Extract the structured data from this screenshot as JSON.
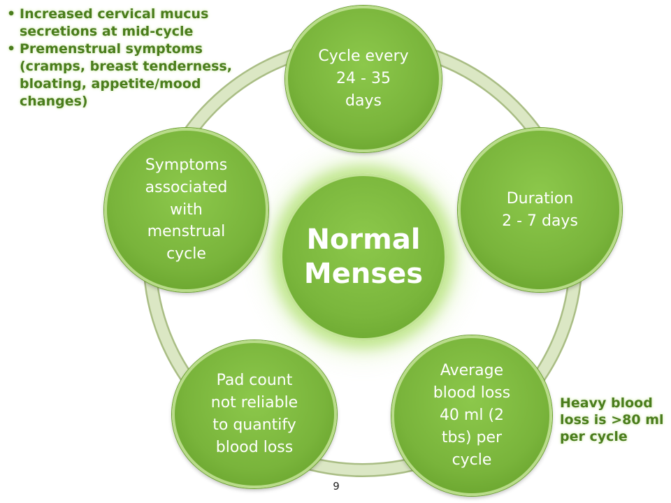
{
  "center": {
    "lines": [
      "Normal",
      "Menses"
    ]
  },
  "nodes": {
    "top": [
      "Cycle every",
      "24 - 35",
      "days"
    ],
    "right": [
      "Duration",
      "2 - 7 days"
    ],
    "bottom_right": [
      "Average",
      "blood loss",
      "40 ml (2",
      "tbs) per",
      "cycle"
    ],
    "bottom_left": [
      "Pad count",
      "not reliable",
      "to quantify",
      "blood loss"
    ],
    "left": [
      "Symptoms",
      "associated",
      "with",
      "menstrual",
      "cycle"
    ]
  },
  "top_notes": [
    {
      "bullet": "•",
      "lines": [
        "Increased cervical mucus",
        "secretions at mid-cycle"
      ]
    },
    {
      "bullet": "•",
      "lines": [
        "Premenstrual symptoms",
        "(cramps, breast tenderness,",
        "bloating, appetite/mood",
        "changes)"
      ]
    }
  ],
  "side_note": [
    "Heavy blood",
    "loss is >80 ml",
    "per cycle"
  ],
  "page_number": "9",
  "colors": {
    "node_fill": "#7ab63c",
    "node_border": "#b9dc8a",
    "ring": "#c6d6a6",
    "note_text": "#4a7d1c",
    "glow": "#b4e178"
  }
}
